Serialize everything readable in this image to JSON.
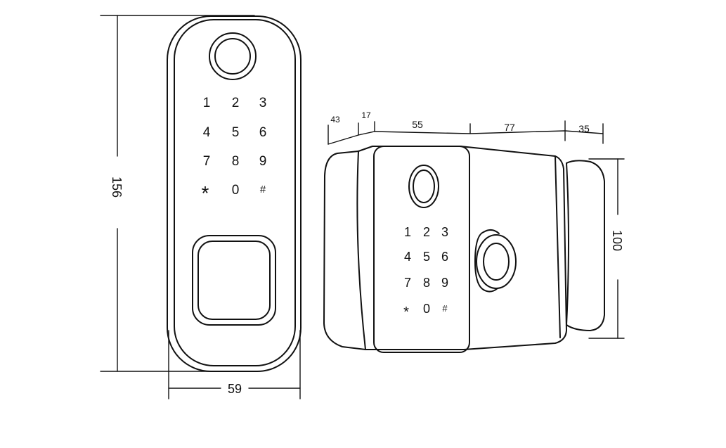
{
  "front_view": {
    "keys": [
      "1",
      "2",
      "3",
      "4",
      "5",
      "6",
      "7",
      "8",
      "9",
      "*",
      "0",
      "#"
    ],
    "height_label": "156",
    "width_label": "59"
  },
  "side_view": {
    "keys": [
      "1",
      "2",
      "3",
      "4",
      "5",
      "6",
      "7",
      "8",
      "9",
      "*",
      "0",
      "#"
    ],
    "top_dims": [
      "43",
      "17",
      "55",
      "77",
      "35"
    ],
    "height_label": "100"
  }
}
